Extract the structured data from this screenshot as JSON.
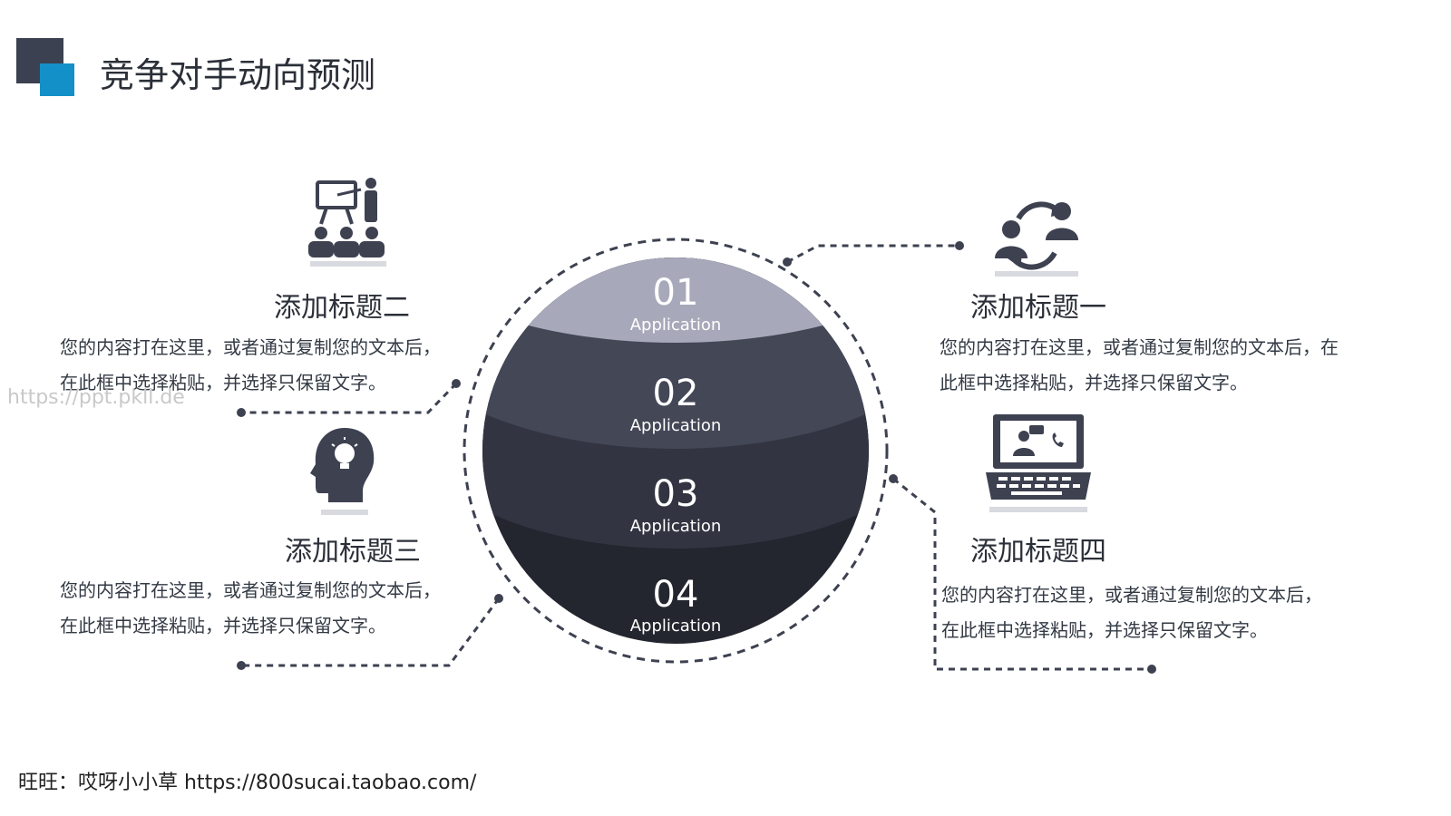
{
  "header": {
    "title": "竞争对手动向预测"
  },
  "segments": [
    {
      "num": "01",
      "label": "Application"
    },
    {
      "num": "02",
      "label": "Application"
    },
    {
      "num": "03",
      "label": "Application"
    },
    {
      "num": "04",
      "label": "Application"
    }
  ],
  "items": {
    "one": {
      "title": "添加标题一",
      "desc": "您的内容打在这里，或者通过复制您的文本后，在此框中选择粘贴，并选择只保留文字。"
    },
    "two": {
      "title": "添加标题二",
      "desc": "您的内容打在这里，或者通过复制您的文本后，在此框中选择粘贴，并选择只保留文字。"
    },
    "three": {
      "title": "添加标题三",
      "desc": "您的内容打在这里，或者通过复制您的文本后，在此框中选择粘贴，并选择只保留文字。"
    },
    "four": {
      "title": "添加标题四",
      "desc": "您的内容打在这里，或者通过复制您的文本后，在此框中选择粘贴，并选择只保留文字。"
    }
  },
  "watermark": "https://ppt.pkll.de",
  "footer": "旺旺：哎呀小小草 https://800sucai.taobao.com/",
  "colors": {
    "accent_blue": "#1490c8",
    "dark_square": "#3b4150",
    "seg1": "#a7a9ba",
    "seg2": "#434756",
    "seg3": "#323541",
    "seg4": "#24262f",
    "icon": "#3d4150"
  },
  "icons": [
    "presentation-audience-icon",
    "exchange-users-icon",
    "head-lightbulb-icon",
    "laptop-video-call-icon"
  ]
}
